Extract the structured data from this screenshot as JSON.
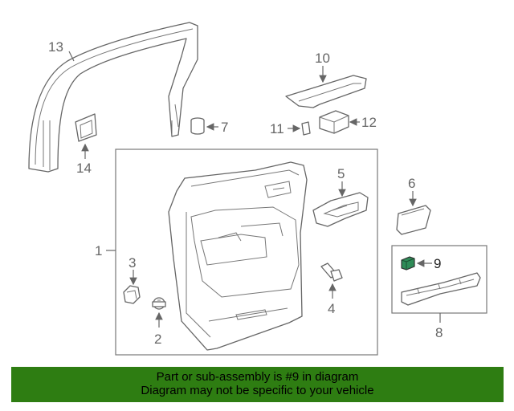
{
  "callouts": {
    "n1": "1",
    "n2": "2",
    "n3": "3",
    "n4": "4",
    "n5": "5",
    "n6": "6",
    "n7": "7",
    "n8": "8",
    "n9": "9",
    "n10": "10",
    "n11": "11",
    "n12": "12",
    "n13": "13",
    "n14": "14"
  },
  "highlight": {
    "part_number": "9",
    "color": "#2e8b57"
  },
  "banner": {
    "line1": "Part or sub-assembly is #9 in diagram",
    "line2": "Diagram may not be specific to your vehicle",
    "color": "#2e7d12"
  },
  "colors": {
    "line": "#666666",
    "background": "#ffffff"
  },
  "icons": [
    "arrow-icon"
  ]
}
